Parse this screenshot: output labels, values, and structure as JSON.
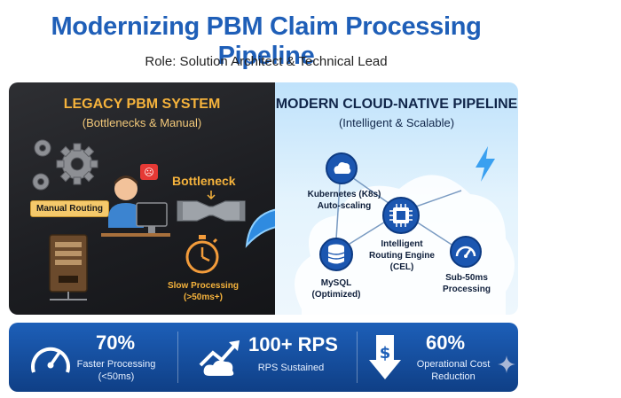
{
  "header": {
    "title": "Modernizing PBM Claim Processing Pipeline",
    "subtitle": "Role: Solution Architect & Technical Lead"
  },
  "legacy": {
    "title": "LEGACY PBM SYSTEM",
    "subtitle": "(Bottlenecks & Manual)",
    "manual_routing": "Manual Routing",
    "bottleneck": "Bottleneck",
    "slow_processing_line1": "Slow Processing",
    "slow_processing_line2": "(>50ms+)"
  },
  "modern": {
    "title": "MODERN CLOUD-NATIVE PIPELINE",
    "subtitle": "(Intelligent & Scalable)",
    "k8s_line1": "Kubernetes (K8s)",
    "k8s_line2": "Auto-scaling",
    "engine_line1": "Intelligent",
    "engine_line2": "Routing Engine",
    "engine_line3": "(CEL)",
    "mysql_line1": "MySQL",
    "mysql_line2": "(Optimized)",
    "sub50_line1": "Sub-50ms",
    "sub50_line2": "Processing"
  },
  "metrics": [
    {
      "value": "70%",
      "label_line1": "Faster Processing",
      "label_line2": "(<50ms)",
      "icon": "speedometer-icon"
    },
    {
      "value": "100+ RPS",
      "label_line1": "RPS Sustained",
      "label_line2": "",
      "icon": "growth-chart-cloud-icon"
    },
    {
      "value": "60%",
      "label_line1": "Operational Cost",
      "label_line2": "Reduction",
      "icon": "dollar-down-icon"
    }
  ],
  "colors": {
    "title_blue": "#1f5fb8",
    "legacy_accent": "#f6b33c",
    "modern_bg": "#bfe2fb",
    "metrics_bg": "#1d5fb8"
  }
}
